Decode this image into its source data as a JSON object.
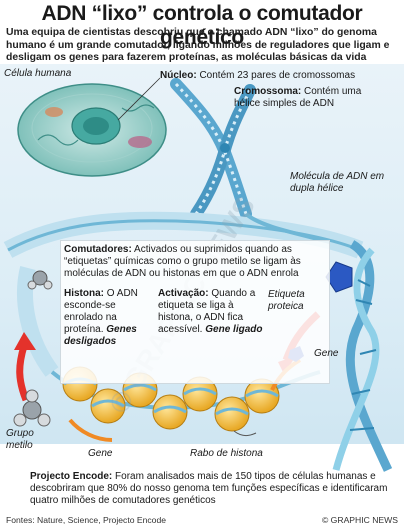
{
  "title": "ADN “lixo” controla o comutador genético",
  "subtitle": "Uma equipa de cientistas descobriu que o chamado ADN “lixo” do genoma humano é um grande comutador, ligando milhões de reguladores que ligam e desligam os genes para fazerem proteínas, as moléculas básicas da vida",
  "labels": {
    "celula": "Célula humana",
    "nucleo_term": "Núcleo:",
    "nucleo_text": " Contém 23 pares de cromossomas",
    "cromossoma_term": "Cromossoma:",
    "cromossoma_text": " Contém uma hélice simples de ADN",
    "dna": "Molécula de ADN em dupla hélice",
    "etiqueta": "Etiqueta proteica",
    "gene_right": "Gene",
    "gene_bottom": "Gene",
    "rabo": "Rabo de histona",
    "grupo": "Grupo metilo"
  },
  "comutadores": {
    "term": "Comutadores:",
    "text": " Activados ou suprimidos quando as “etiquetas” químicas como o grupo metilo se ligam às moléculas de ADN ou histonas em que o ADN enrola"
  },
  "histona": {
    "term": "Histona:",
    "text": " O ADN esconde-se enrolado na proteína. ",
    "state": "Genes desligados"
  },
  "activacao": {
    "term": "Activação:",
    "text": " Quando a etiqueta se liga à histona, o ADN fica acessível. ",
    "state": "Gene ligado"
  },
  "encode": {
    "term": "Projecto Encode:",
    "text": " Foram analisados mais de 150 tipos de células humanas e descobriram que 80% do nosso genoma tem funções específicas e identificaram quatro milhões de comutadores genéticos"
  },
  "footer": {
    "sources": "Fontes: Nature, Science, Projecto Encode",
    "brand": "© GRAPHIC NEWS"
  },
  "watermark": "© GRAPHIC NEWS",
  "colors": {
    "stage_bg": "#dcedf6",
    "dna_strand": "#6fb7d6",
    "dna_dark": "#2f86b3",
    "histone": "#f2c14a",
    "arrow_red": "#e4322b",
    "tag_blue": "#2b59c3",
    "cell_teal": "#66b8b0",
    "dna_orange": "#f08a24"
  }
}
